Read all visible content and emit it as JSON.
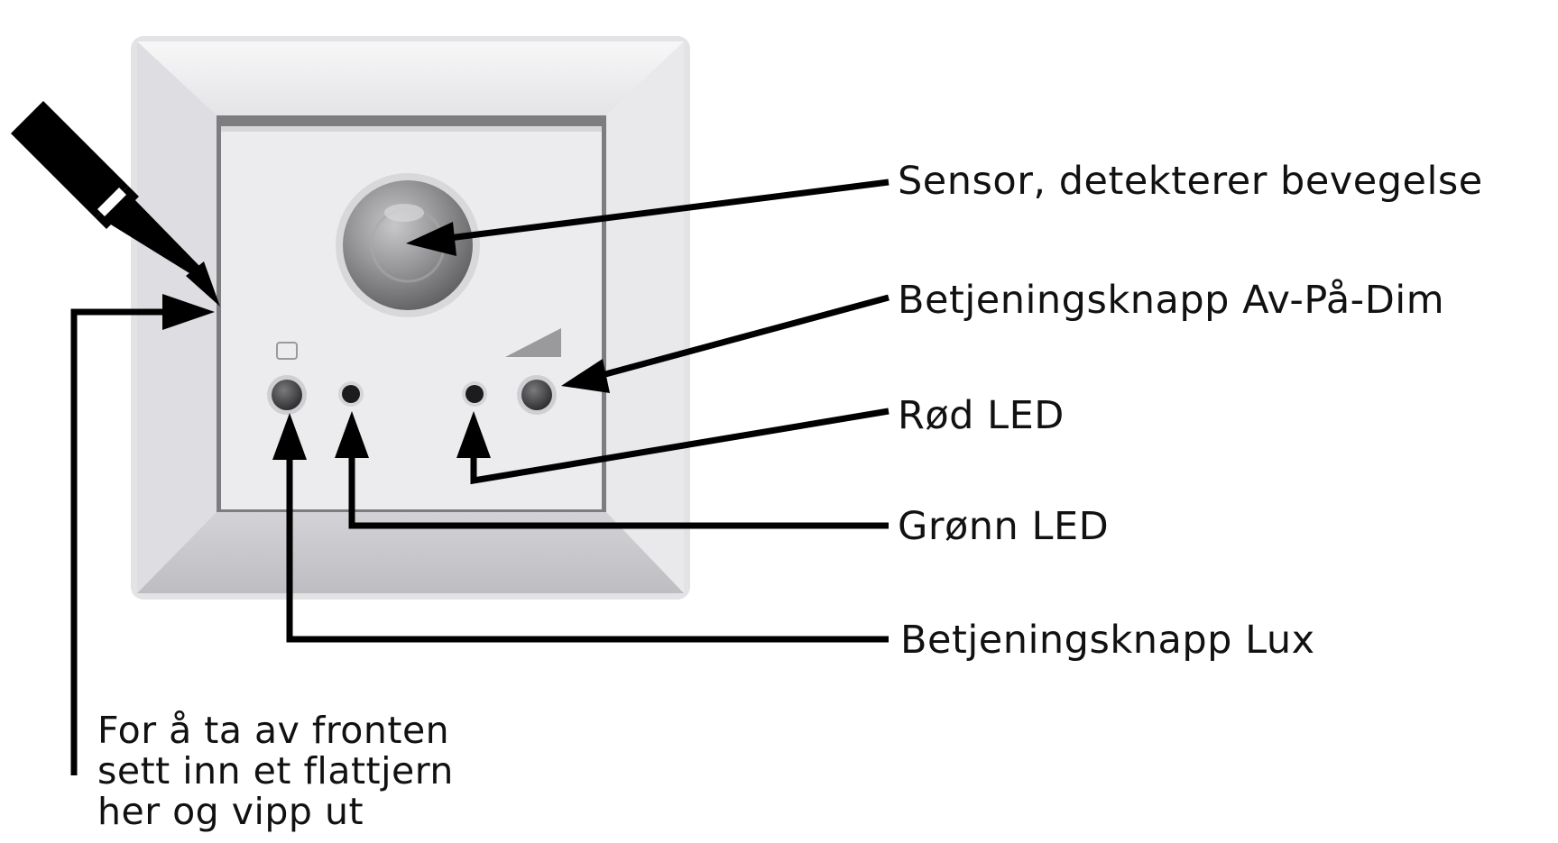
{
  "labels": {
    "sensor": "Sensor, detekterer bevegelse",
    "control_button_on_off_dim": "Betjeningsknapp  Av-På-Dim",
    "red_led": "Rød LED",
    "green_led": "Grønn LED",
    "control_button_lux": "Betjeningsknapp Lux"
  },
  "note": {
    "line1": "For å ta av fronten",
    "line2": "sett inn et flattjern",
    "line3": "her og vipp ut"
  },
  "colors": {
    "frame_outer": "#e9e9ec",
    "frame_bevel_dark": "#c9c9cd",
    "panel": "#ececef",
    "lens": "#8d8d90",
    "arrow": "#000000"
  }
}
